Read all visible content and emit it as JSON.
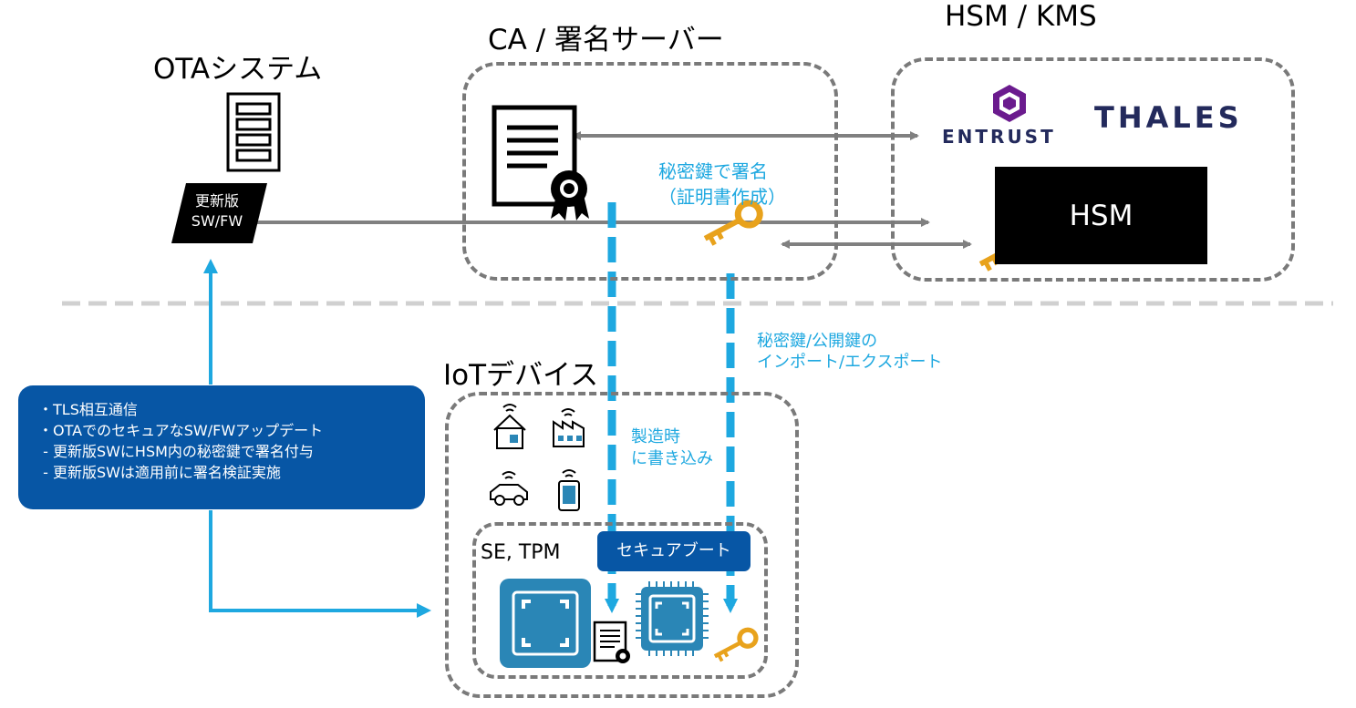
{
  "titles": {
    "ota": "OTAシステム",
    "ca": "CA / 署名サーバー",
    "hsm_kms": "HSM / KMS",
    "iot": "IoTデバイス",
    "se_tpm": "SE, TPM"
  },
  "ota": {
    "update_label_line1": "更新版",
    "update_label_line2": "SW/FW"
  },
  "ca": {
    "sign_line1": "秘密鍵で署名",
    "sign_line2": "（証明書作成）"
  },
  "vendors": {
    "entrust": "ENTRUST",
    "thales": "THALES",
    "hsm": "HSM"
  },
  "labels": {
    "key_import_line1": "秘密鍵/公開鍵の",
    "key_import_line2": "インポート/エクスポート",
    "factory_line1": "製造時",
    "factory_line2": "に書き込み",
    "secure_boot": "セキュアブート"
  },
  "info_box": {
    "lines": [
      "・TLS相互通信",
      "・OTAでのセキュアなSW/FWアップデート",
      " - 更新版SWにHSM内の秘密鍵で署名付与",
      " - 更新版SWは適用前に署名検証実施"
    ]
  },
  "colors": {
    "accent_cyan": "#1ea8e0",
    "navy": "#0756a5",
    "chip_blue": "#2a86b6",
    "dash_gray": "#7a7a7a",
    "arrow_gray": "#808080",
    "thales_navy": "#232a5c",
    "entrust_purple": "#6b1b8e",
    "key_gold": "#e8a21c"
  },
  "icons": [
    "server-icon",
    "certificate-icon",
    "key-icon",
    "house-icon",
    "factory-icon",
    "car-icon",
    "phone-icon",
    "chip-icon",
    "entrust-logo-icon"
  ]
}
